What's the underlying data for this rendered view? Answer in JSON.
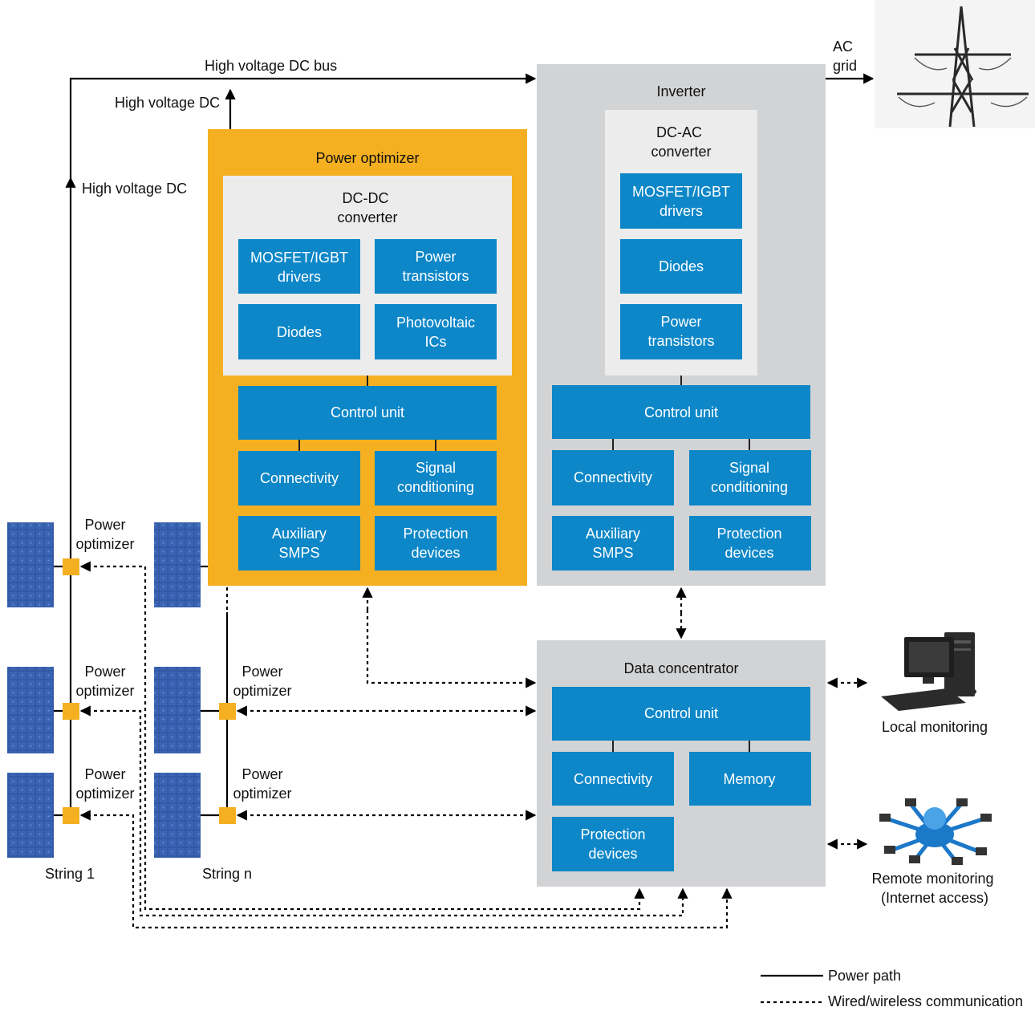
{
  "labels": {
    "hv_dc_bus": "High voltage DC bus",
    "hv_dc_top": "High voltage DC",
    "hv_dc_left": "High voltage DC",
    "ac": "AC",
    "grid": "grid",
    "string_1": "String 1",
    "string_n": "String n",
    "po_line1": "Power",
    "po_line2": "optimizer"
  },
  "power_optimizer": {
    "title": "Power optimizer",
    "converter": [
      "DC-DC",
      "converter"
    ],
    "blocks": {
      "mosfet": [
        "MOSFET/IGBT",
        "drivers"
      ],
      "power_transistors": [
        "Power",
        "transistors"
      ],
      "diodes": [
        "Diodes"
      ],
      "pv_ics": [
        "Photovoltaic",
        "ICs"
      ],
      "control_unit": [
        "Control unit"
      ],
      "connectivity": [
        "Connectivity"
      ],
      "signal": [
        "Signal",
        "conditioning"
      ],
      "aux": [
        "Auxiliary",
        "SMPS"
      ],
      "protection": [
        "Protection",
        "devices"
      ]
    }
  },
  "inverter": {
    "title": "Inverter",
    "converter": [
      "DC-AC",
      "converter"
    ],
    "blocks": {
      "mosfet": [
        "MOSFET/IGBT",
        "drivers"
      ],
      "diodes": [
        "Diodes"
      ],
      "power_transistors": [
        "Power",
        "transistors"
      ],
      "control_unit": [
        "Control unit"
      ],
      "connectivity": [
        "Connectivity"
      ],
      "signal": [
        "Signal",
        "conditioning"
      ],
      "aux": [
        "Auxiliary",
        "SMPS"
      ],
      "protection": [
        "Protection",
        "devices"
      ]
    }
  },
  "data_concentrator": {
    "title": "Data concentrator",
    "blocks": {
      "control_unit": [
        "Control unit"
      ],
      "connectivity": [
        "Connectivity"
      ],
      "memory": [
        "Memory"
      ],
      "protection": [
        "Protection",
        "devices"
      ]
    }
  },
  "monitoring": {
    "local": "Local monitoring",
    "remote": [
      "Remote monitoring",
      "(Internet access)"
    ]
  },
  "legend": {
    "power_path": "Power path",
    "communication": "Wired/wireless communication"
  },
  "colors": {
    "block_blue": "#0d87c8",
    "optimizer_orange": "#f5b021",
    "inverter_gray": "#d2d3d5",
    "converter_light": "#ececec"
  }
}
